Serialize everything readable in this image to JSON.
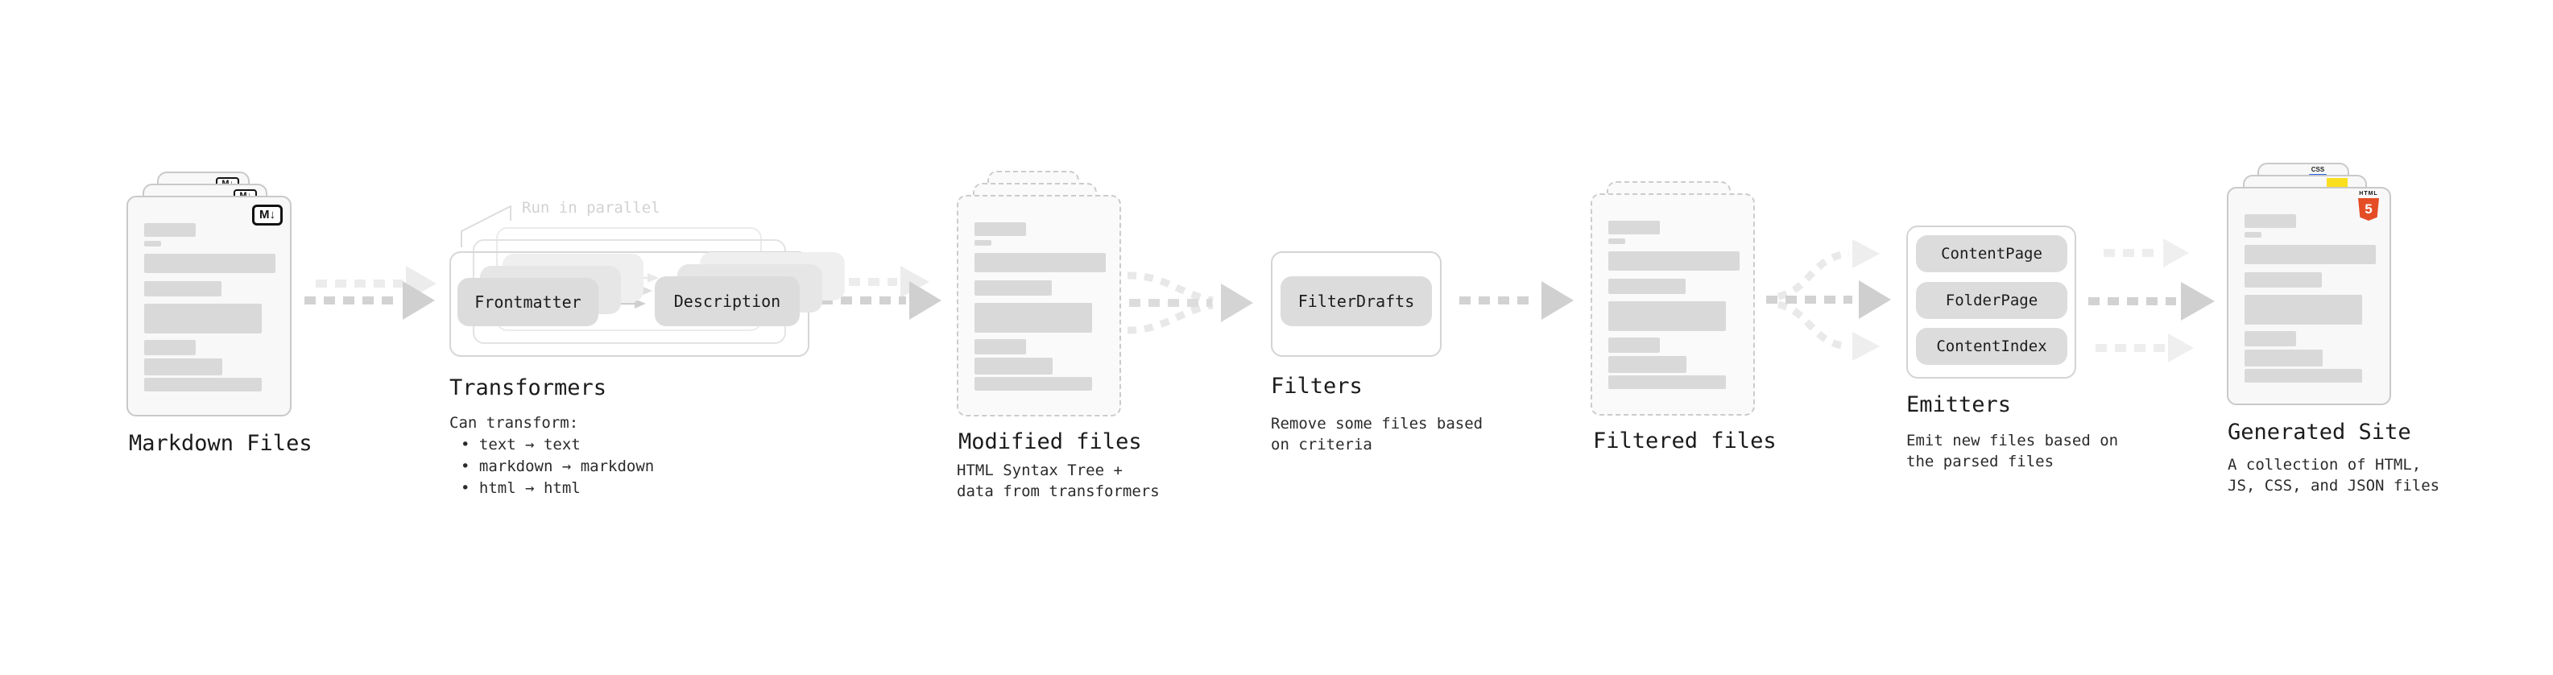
{
  "stages": {
    "markdown": {
      "label": "Markdown Files",
      "badge": "M↓"
    },
    "transformers": {
      "note": "Run in parallel",
      "pill_left": "Frontmatter",
      "pill_right": "Description",
      "label": "Transformers",
      "body_title": "Can transform:",
      "bullets": [
        "• text → text",
        "• markdown → markdown",
        "• html → html"
      ]
    },
    "modified": {
      "label": "Modified files",
      "sub1": "HTML Syntax Tree +",
      "sub2": "data from transformers"
    },
    "filters": {
      "pill": "FilterDrafts",
      "label": "Filters",
      "sub1": "Remove some files based",
      "sub2": "on criteria"
    },
    "filtered": {
      "label": "Filtered files"
    },
    "emitters": {
      "pills": [
        "ContentPage",
        "FolderPage",
        "ContentIndex"
      ],
      "label": "Emitters",
      "sub1": "Emit new files based on",
      "sub2": "the parsed files"
    },
    "generated": {
      "label": "Generated Site",
      "sub1": "A collection of HTML,",
      "sub2": "JS, CSS, and JSON files",
      "badge_css": "CSS",
      "badge_html_word": "HTML",
      "badge_html_num": "5"
    }
  },
  "colors": {
    "html5_orange": "#e44d26",
    "css_blue": "#2c62e8",
    "js_yellow": "#fadf1e",
    "ink": "#1b1b1b",
    "shape_gray": "#dcdcdc",
    "line_gray": "#d2d2d2"
  }
}
